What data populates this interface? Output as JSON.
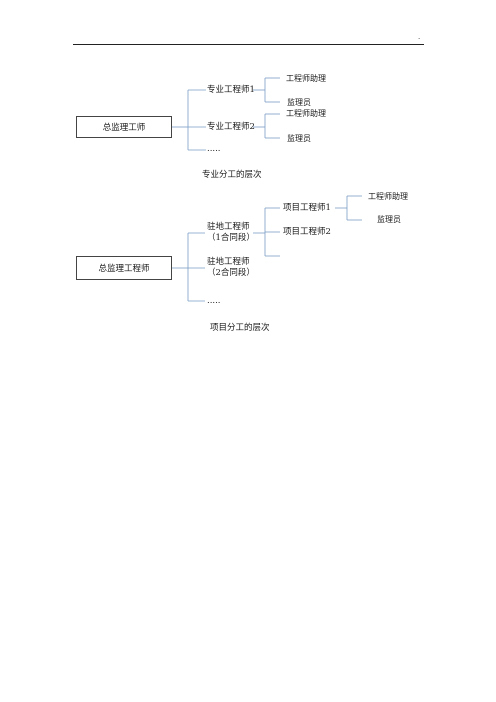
{
  "header": {
    "mark": "."
  },
  "diagram1": {
    "root": "总监理工师",
    "children": [
      {
        "label": "专业工程师1",
        "sub": [
          "工程师助理",
          "监理员"
        ]
      },
      {
        "label": "专业工程师2",
        "sub": [
          "工程师助理",
          "监理员"
        ]
      },
      {
        "label": "....."
      }
    ],
    "caption": "专业分工的层次"
  },
  "diagram2": {
    "root": "总监理工程师",
    "children": [
      {
        "label_line1": "驻地工程师",
        "label_line2": "（1合同段）"
      },
      {
        "label_line1": "驻地工程师",
        "label_line2": "（2合同段）"
      },
      {
        "label": "....."
      }
    ],
    "level3": [
      "项目工程师1",
      "项目工程师2"
    ],
    "level4": [
      "工程师助理",
      "监理员"
    ],
    "caption": "项目分工的层次"
  },
  "colors": {
    "connector": "#7a9cc6",
    "box_border": "#444444",
    "text": "#1a1a1a"
  }
}
